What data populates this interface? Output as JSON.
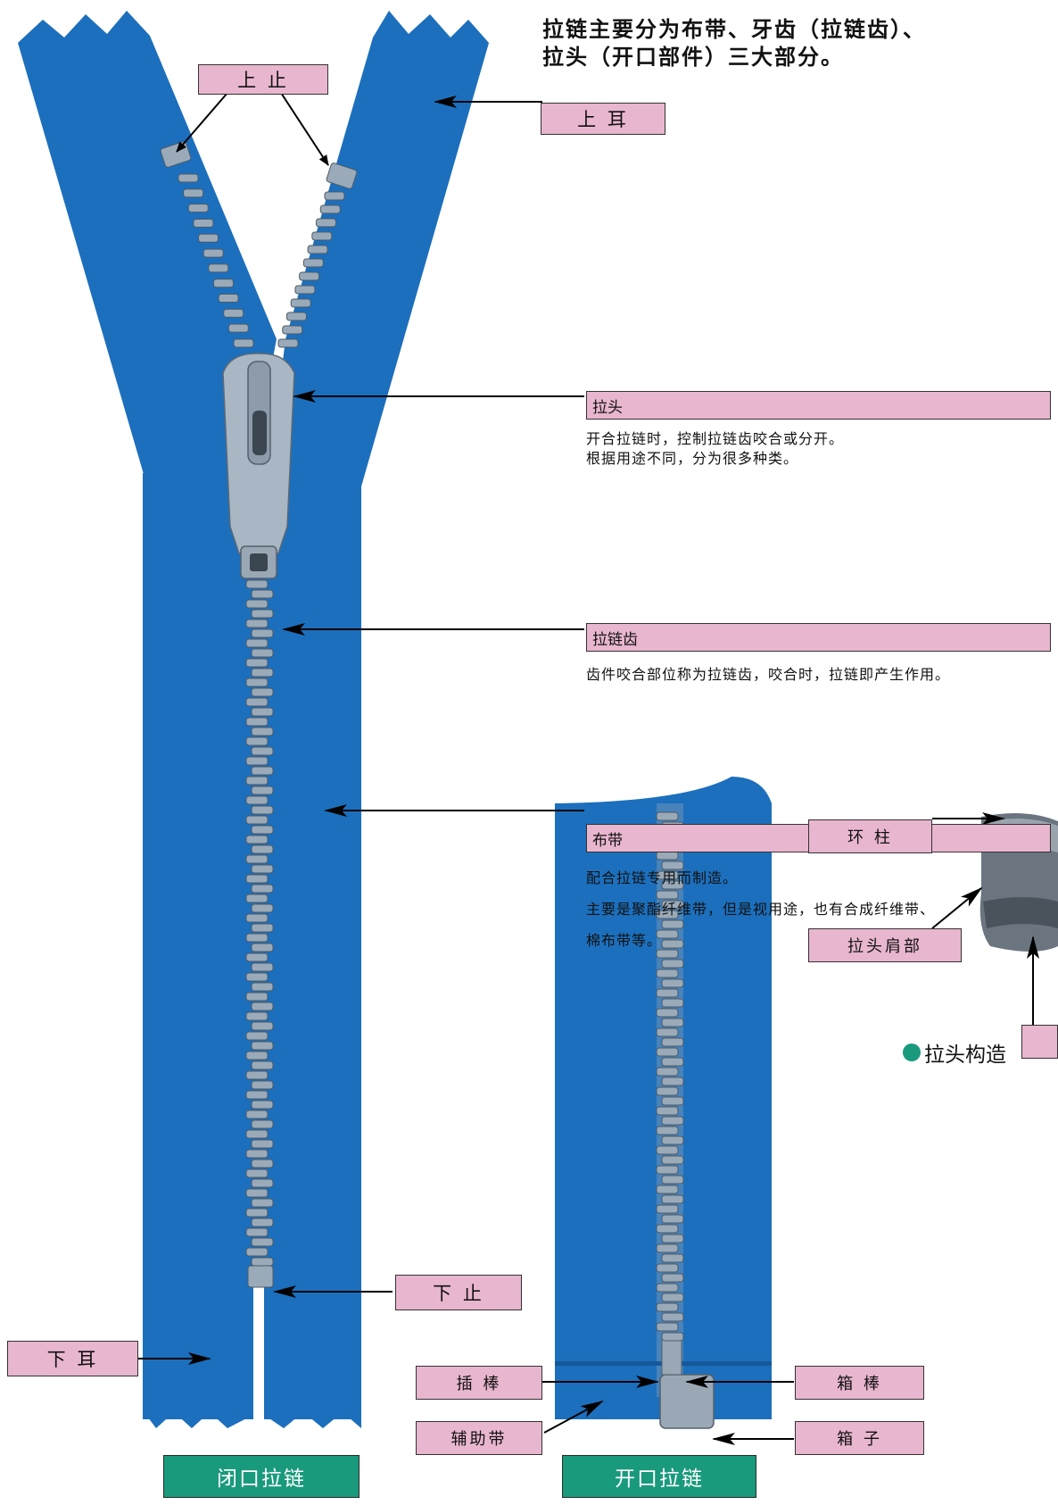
{
  "title": "拉链主要分为布带、牙齿（拉链齿）、\n拉头（开口部件）三大部分。",
  "labels": {
    "top_stop": "上 止",
    "top_ear": "上 耳",
    "bottom_stop": "下 止",
    "bottom_ear": "下 耳",
    "pin": "插  棒",
    "aux_tape": "辅助带",
    "box_pin": "箱  棒",
    "box": "箱  子",
    "ring_post": "环  柱",
    "shoulder": "拉头肩部"
  },
  "slider": {
    "heading": "拉头",
    "desc_1": "开合拉链时，控制拉链齿咬合或分开。",
    "desc_2": "根据用途不同，分为很多种类。"
  },
  "teeth": {
    "heading": "拉链齿",
    "desc_1": "齿件咬合部位称为拉链齿，咬合时，拉链即产生作用。"
  },
  "tape": {
    "heading": "布带",
    "desc_1": "配合拉链专用而制造。",
    "desc_2": "主要是聚酯纤维带，但是视用途，也有合成纤维带、",
    "desc_3": "棉布带等。"
  },
  "slider_structure": "拉头构造",
  "closed_zipper": "闭口拉链",
  "open_zipper": "开口拉链",
  "colors": {
    "tape_blue": "#1c6fbc",
    "pink_label": "#e8b6cf",
    "green_label": "#1a9a7c",
    "metal": "#9aaab8"
  },
  "icons": [
    "arrow-icon",
    "bullet-dot-icon",
    "slider-photo"
  ]
}
